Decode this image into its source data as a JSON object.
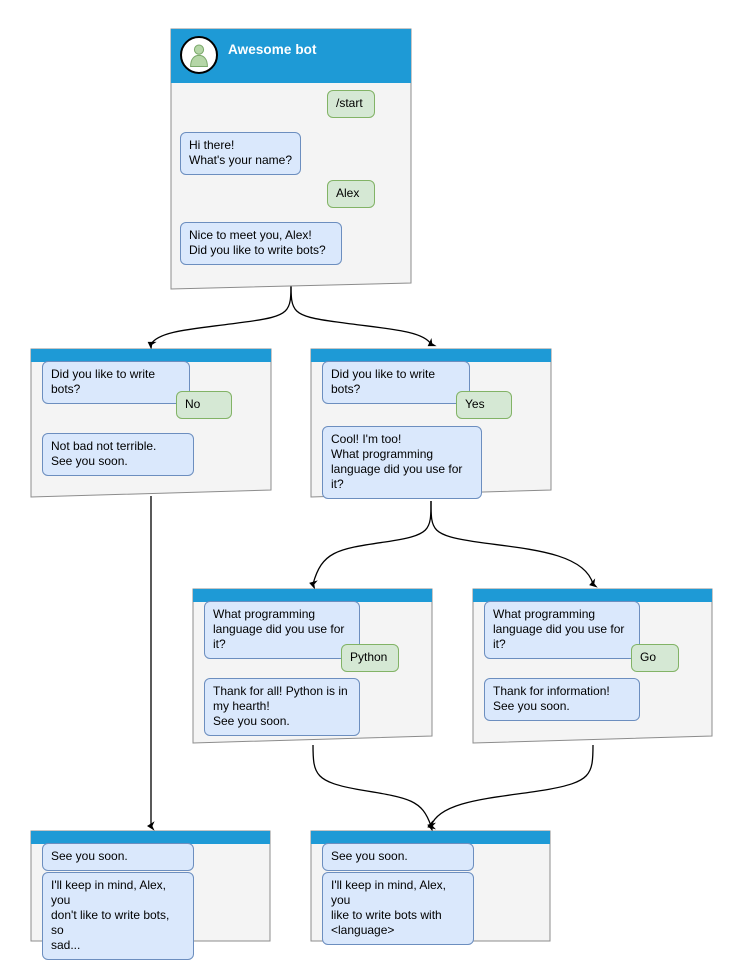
{
  "diagram": {
    "title": "Awesome bot conversation flow",
    "colors": {
      "header_blue": "#1e9ad6",
      "card_bg": "#f4f4f4",
      "card_border": "#8c8c8c",
      "bot_bubble_bg": "#dae8fc",
      "bot_bubble_border": "#6c8ebf",
      "user_bubble_bg": "#d5e8d4",
      "user_bubble_border": "#82b366",
      "edge": "#000000",
      "avatar_fill": "#b5d6a7",
      "page_bg": "#ffffff"
    }
  },
  "cards": [
    {
      "id": "start",
      "has_titlebar": true,
      "title": "Awesome bot",
      "avatar_icon": "person-avatar-icon",
      "messages": [
        {
          "side": "user",
          "text": "/start"
        },
        {
          "side": "bot",
          "text": "Hi there!\nWhat's your name?"
        },
        {
          "side": "user",
          "text": "Alex"
        },
        {
          "side": "bot",
          "text": "Nice to meet you, Alex!\nDid you like to write bots?"
        }
      ]
    },
    {
      "id": "no-branch",
      "has_titlebar": false,
      "title": "",
      "messages": [
        {
          "side": "bot",
          "text": "Did you like to write bots?"
        },
        {
          "side": "user",
          "text": "No"
        },
        {
          "side": "bot",
          "text": "Not bad not terrible.\nSee you soon."
        }
      ]
    },
    {
      "id": "yes-branch",
      "has_titlebar": false,
      "title": "",
      "messages": [
        {
          "side": "bot",
          "text": "Did you like to write bots?"
        },
        {
          "side": "user",
          "text": "Yes"
        },
        {
          "side": "bot",
          "text": "Cool! I'm too!\nWhat programming\nlanguage did you use for it?"
        }
      ]
    },
    {
      "id": "python-branch",
      "has_titlebar": false,
      "title": "",
      "messages": [
        {
          "side": "bot",
          "text": "What programming\nlanguage did you use for it?"
        },
        {
          "side": "user",
          "text": "Python"
        },
        {
          "side": "bot",
          "text": "Thank for all! Python is in\nmy hearth!\nSee you soon."
        }
      ]
    },
    {
      "id": "go-branch",
      "has_titlebar": false,
      "title": "",
      "messages": [
        {
          "side": "bot",
          "text": "What programming\nlanguage did you use for it?"
        },
        {
          "side": "user",
          "text": "Go"
        },
        {
          "side": "bot",
          "text": "Thank for information!\nSee you soon."
        }
      ]
    },
    {
      "id": "end-sad",
      "has_titlebar": false,
      "title": "",
      "messages": [
        {
          "side": "bot",
          "text": "See you soon."
        },
        {
          "side": "bot",
          "text": "I'll keep in mind, Alex, you\ndon't like to write bots, so\nsad..."
        }
      ]
    },
    {
      "id": "end-happy",
      "has_titlebar": false,
      "title": "",
      "messages": [
        {
          "side": "bot",
          "text": "See you soon."
        },
        {
          "side": "bot",
          "text": "I'll keep in mind, Alex, you\nlike to write bots with\n<language>"
        }
      ]
    }
  ]
}
